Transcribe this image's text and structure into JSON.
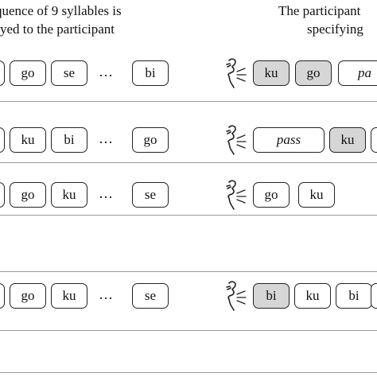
{
  "header": {
    "left_line1": "quence of 9 syllables is",
    "left_line2": "yed to the participant",
    "right_line1": "The participant",
    "right_line2": "specifying"
  },
  "icon": "speaking-person-icon",
  "rows": [
    {
      "presented": [
        "",
        "go",
        "se",
        "bi"
      ],
      "ellipsis": "…",
      "response": [
        {
          "label": "ku",
          "highlight": true
        },
        {
          "label": "go",
          "highlight": true
        },
        {
          "label": "pa",
          "highlight": false,
          "italic": true
        }
      ]
    },
    {
      "presented": [
        "",
        "ku",
        "bi",
        "go"
      ],
      "ellipsis": "…",
      "response": [
        {
          "label": "pass",
          "highlight": false,
          "italic": true
        },
        {
          "label": "ku",
          "highlight": true
        },
        {
          "label": "",
          "highlight": false
        }
      ]
    },
    {
      "presented": [
        "",
        "go",
        "ku",
        "se"
      ],
      "ellipsis": "…",
      "response": [
        {
          "label": "go",
          "highlight": false
        },
        {
          "label": "ku",
          "highlight": false
        }
      ]
    },
    {
      "presented": [
        "",
        "go",
        "ku",
        "se"
      ],
      "ellipsis": "…",
      "response": [
        {
          "label": "bi",
          "highlight": true
        },
        {
          "label": "ku",
          "highlight": false
        },
        {
          "label": "bi",
          "highlight": false
        },
        {
          "label": "",
          "highlight": false
        }
      ]
    }
  ]
}
